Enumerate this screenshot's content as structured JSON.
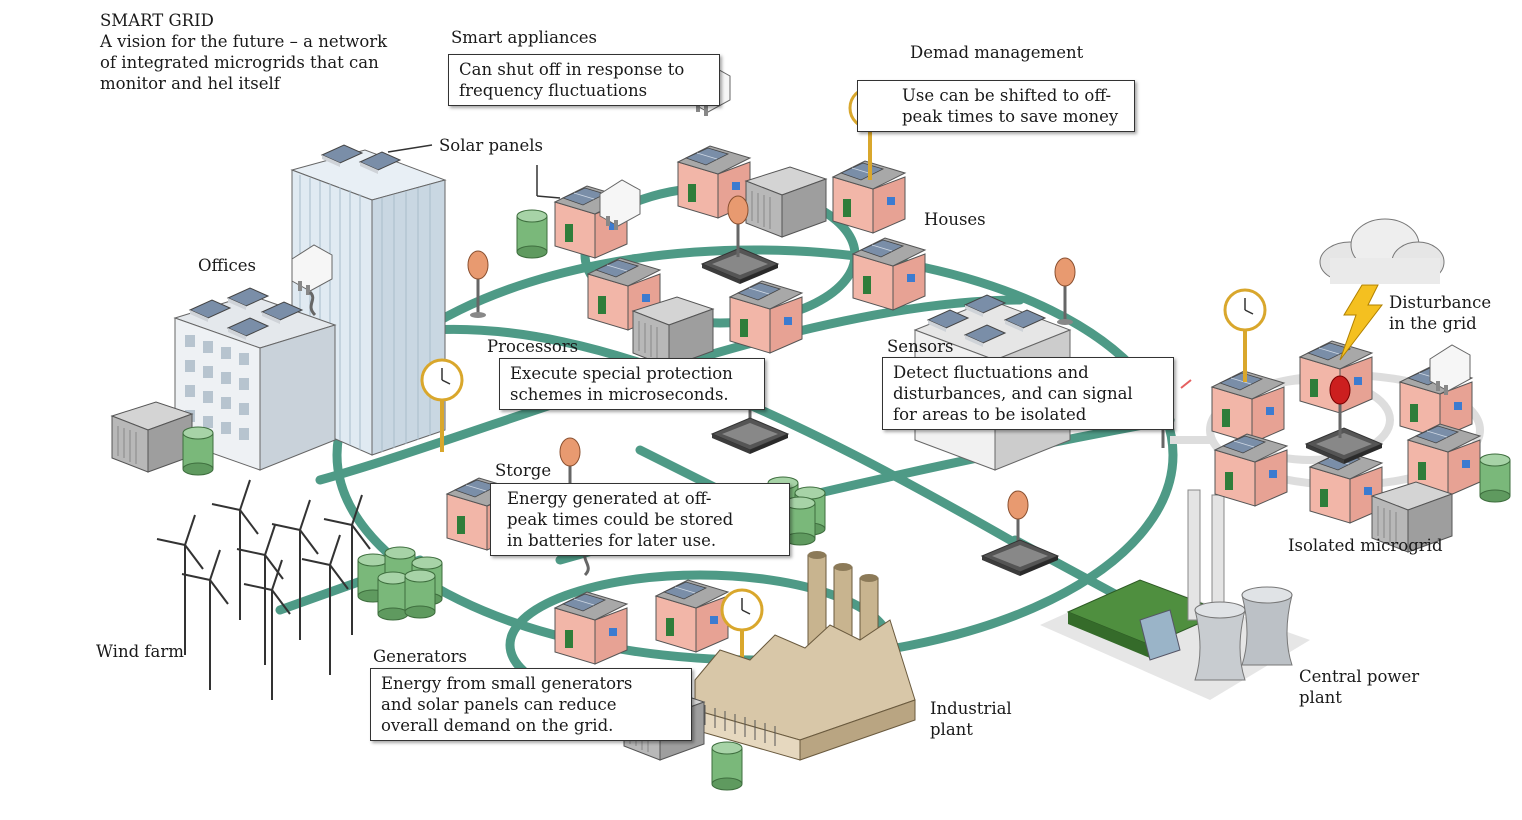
{
  "intro": {
    "title": "SMART GRID",
    "line1": "A vision for the future – a network",
    "line2": "of integrated microgrids that can",
    "line3": "monitor and hel itself"
  },
  "labels": {
    "solar_panels": "Solar panels",
    "offices": "Offices",
    "smart_appliances": "Smart appliances",
    "demand_management": "Demad management",
    "houses": "Houses",
    "processors": "Processors",
    "sensors": "Sensors",
    "storage": "Storge",
    "disturbance_line1": "Disturbance",
    "disturbance_line2": "in the grid",
    "isolated_microgrid": "Isolated microgrid",
    "wind_farm": "Wind farm",
    "generators": "Generators",
    "industrial_line1": "Industrial",
    "industrial_line2": "plant",
    "central_line1": "Central power",
    "central_line2": "plant"
  },
  "callouts": {
    "smart_appliances": [
      "Can shut off in response to",
      "frequency fluctuations"
    ],
    "demand_management": [
      "Use can be shifted to off-",
      "peak times to save money"
    ],
    "processors": [
      "Execute special protection",
      "schemes in microseconds."
    ],
    "sensors": [
      "Detect fluctuations and",
      "disturbances, and can signal",
      "for areas to be isolated"
    ],
    "storage": [
      "Energy generated at off-",
      "peak times could be stored",
      "in batteries for later use."
    ],
    "generators": [
      "Energy from small generators",
      "and solar panels can reduce",
      "overall demand on the grid."
    ]
  },
  "colors": {
    "grid_line": "#4e9a86",
    "house_wall": "#f2b6a8",
    "house_roof": "#9a9a9a",
    "solar_panel": "#7a8ea8",
    "tank": "#7ab87a",
    "building": "#dde6ee",
    "factory": "#d8c7a8",
    "sensor": "#e89a70",
    "alarm": "#cc1f1f",
    "lightning": "#f4c020",
    "isolated_grid": "#dddddd"
  }
}
